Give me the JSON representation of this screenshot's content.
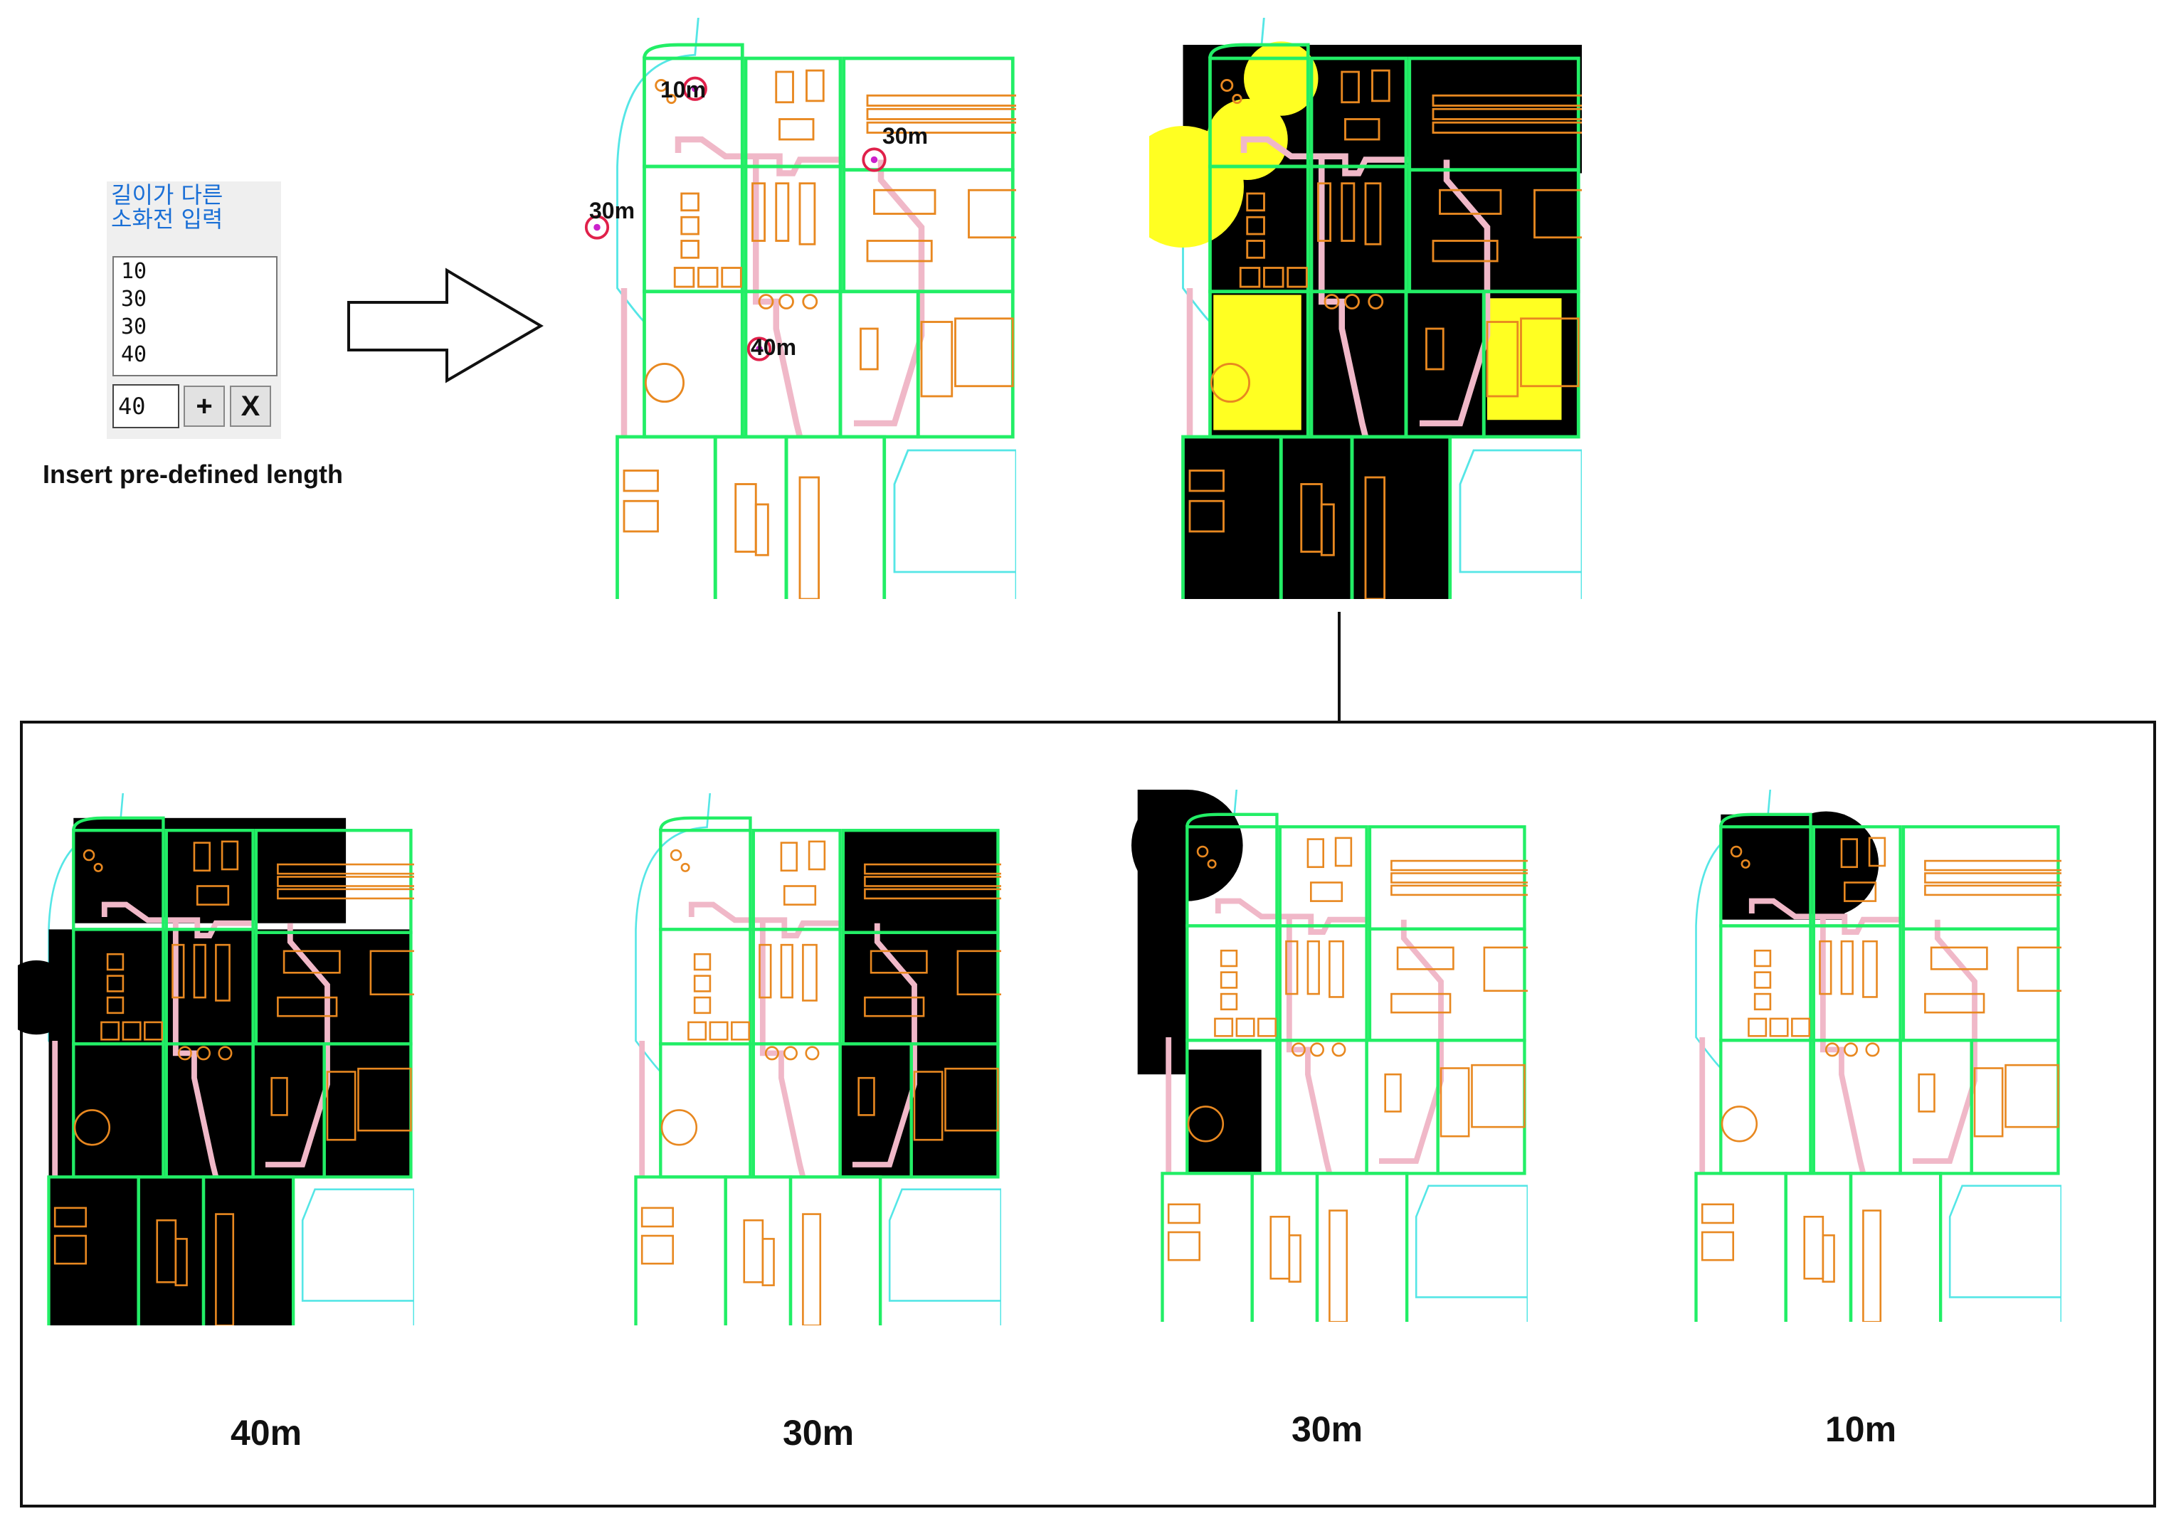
{
  "panel": {
    "title": "길이가 다른\n소화전 입력",
    "list_items": [
      "10",
      "30",
      "30",
      "40"
    ],
    "entry_value": "40",
    "add_label": "+",
    "remove_label": "X"
  },
  "caption": "Insert pre-defined length",
  "map_labels": [
    "10m",
    "30m",
    "30m",
    "40m"
  ],
  "result_captions": [
    "40m",
    "30m",
    "30m",
    "10m"
  ],
  "colors": {
    "zone_outline": "#22ee66",
    "road_outline": "#55e6e6",
    "building": "#e88820",
    "path": "#f0b8c8",
    "hydrant_marker": "#e0204a",
    "coverage_fill": "#000000",
    "overlap_fill": "#ffff22"
  }
}
